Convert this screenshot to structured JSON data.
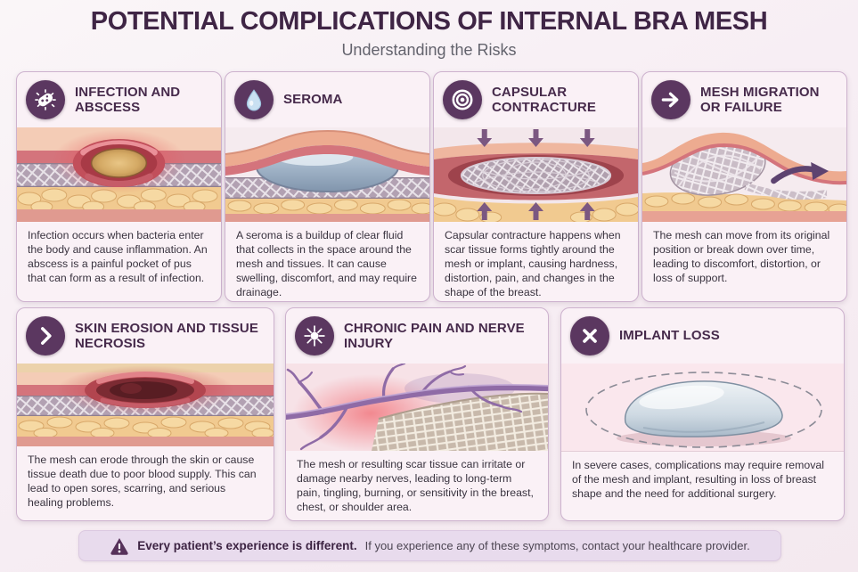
{
  "page": {
    "title": "POTENTIAL COMPLICATIONS OF INTERNAL BRA MESH",
    "subtitle": "Understanding the Risks"
  },
  "cards": [
    {
      "icon": "bacteria-icon",
      "title": "INFECTION AND ABSCESS",
      "description": "Infection occurs when bacteria enter the body and cause inflammation. An abscess is a painful pocket of pus that can form as a result of infection."
    },
    {
      "icon": "droplet-icon",
      "title": "SEROMA",
      "description": "A seroma is a buildup of clear fluid that collects in the space around the mesh and tissues. It can cause swelling, discomfort, and may require drainage."
    },
    {
      "icon": "target-icon",
      "title": "CAPSULAR CONTRACTURE",
      "description": "Capsular contracture happens when scar tissue forms tightly around the mesh or implant, causing hardness, distortion, pain, and changes in the shape of the breast."
    },
    {
      "icon": "arrow-right-icon",
      "title": "MESH MIGRATION OR FAILURE",
      "description": "The mesh can move from its original position or break down over time, leading to discomfort, distortion, or loss of support."
    },
    {
      "icon": "chevron-right-icon",
      "title": "SKIN EROSION AND TISSUE NECROSIS",
      "description": "The mesh can erode through the skin or cause tissue death due to poor blood supply. This can lead to open sores, scarring, and serious healing problems."
    },
    {
      "icon": "nerve-icon",
      "title": "CHRONIC PAIN AND NERVE INJURY",
      "description": "The mesh or resulting scar tissue can irritate or damage nearby nerves, leading to long-term pain, tingling, burning, or sensitivity in the breast, chest, or shoulder area."
    },
    {
      "icon": "x-icon",
      "title": "IMPLANT LOSS",
      "description": "In severe cases, complications may require removal of the mesh and implant, resulting in loss of breast shape and the need for additional surgery."
    }
  ],
  "footer": {
    "icon": "warning-icon",
    "bold": "Every patient’s experience is different.",
    "text": "If you experience any of these symptoms, contact your healthcare provider."
  },
  "colors": {
    "accent_purple": "#5b3760",
    "title_purple": "#3f2545",
    "card_bg": "#faf1f6",
    "card_border": "#cdb2ce",
    "footer_bg": "#e8dbed"
  }
}
